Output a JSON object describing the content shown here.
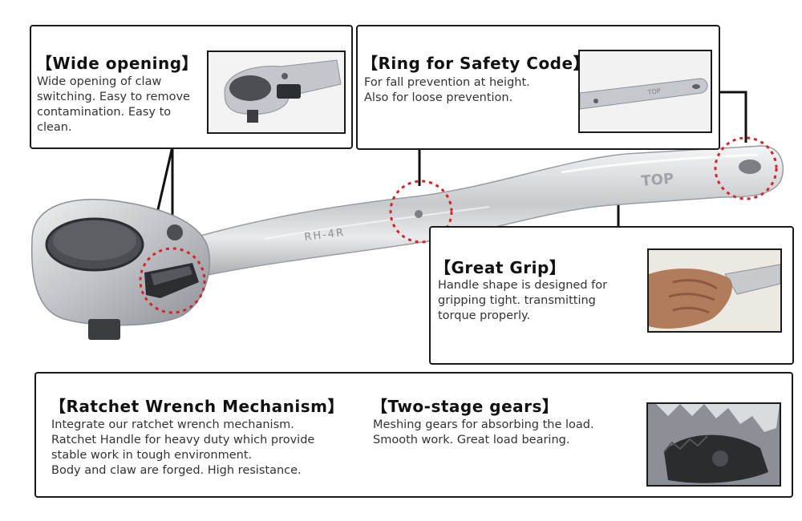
{
  "wrench": {
    "handle_text": "RH-4R",
    "brand_text": "TOP",
    "size_text": "RH-4R"
  },
  "callouts": {
    "wide_opening": {
      "title": "【Wide opening】",
      "lines": [
        "Wide opening of claw",
        "switching. Easy to remove",
        "contamination. Easy to",
        "clean."
      ]
    },
    "safety_ring": {
      "title": "【Ring for Safety Code】",
      "lines": [
        "For fall prevention at height.",
        "Also for loose prevention."
      ]
    },
    "great_grip": {
      "title": "【Great Grip】",
      "lines": [
        "Handle shape is designed for",
        "gripping tight. transmitting",
        "torque properly."
      ]
    },
    "ratchet_mechanism": {
      "title": "【Ratchet Wrench Mechanism】",
      "lines": [
        "Integrate our ratchet wrench mechanism.",
        "Ratchet Handle for heavy duty  which provide",
        "stable work in tough environment.",
        "Body and claw are forged. High resistance."
      ]
    },
    "two_stage_gears": {
      "title": "【Two-stage gears】",
      "lines": [
        "Meshing gears for absorbing the load.",
        "Smooth work. Great load bearing."
      ]
    }
  },
  "colors": {
    "highlight_circle": "#d8232a",
    "border": "#1a1a1a",
    "chrome": "#c9ccd0"
  }
}
